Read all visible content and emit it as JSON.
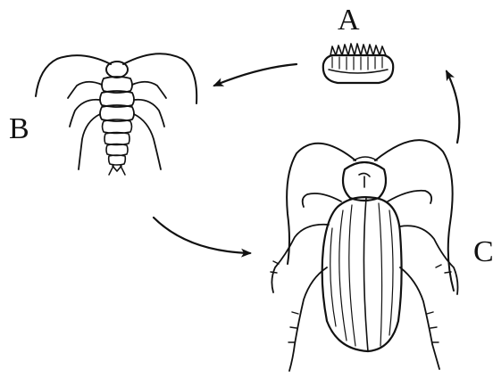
{
  "labels": {
    "a": "A",
    "b": "B",
    "c": "C"
  },
  "colors": {
    "ink": "#111111",
    "paper": "#ffffff"
  },
  "stages": [
    {
      "key": "a",
      "depicts": "egg-case-icon"
    },
    {
      "key": "b",
      "depicts": "nymph-icon"
    },
    {
      "key": "c",
      "depicts": "adult-cockroach-icon"
    }
  ]
}
